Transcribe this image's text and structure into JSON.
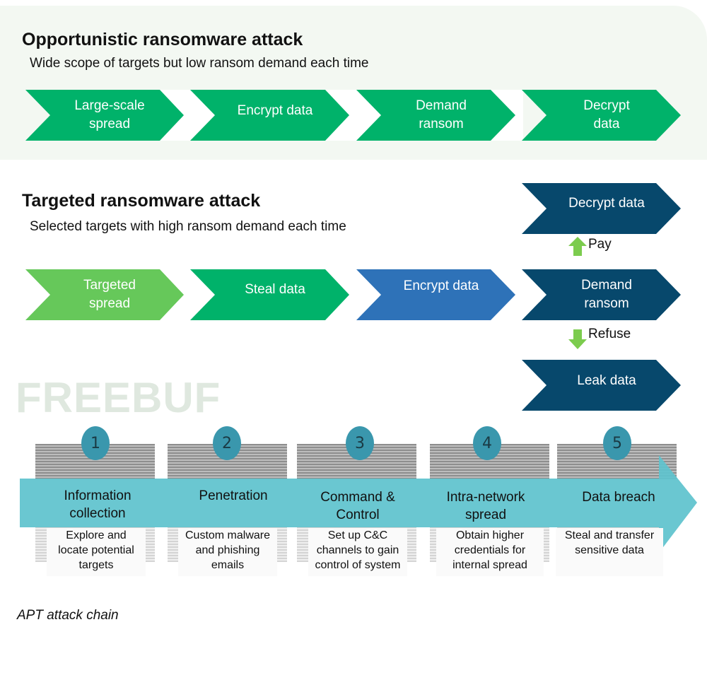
{
  "opportunistic": {
    "title": "Opportunistic ransomware attack",
    "subtitle": "Wide scope of targets but low ransom demand each time",
    "steps": [
      {
        "line1": "Large-scale",
        "line2": "spread"
      },
      {
        "line1": "Encrypt data",
        "line2": ""
      },
      {
        "line1": "Demand",
        "line2": "ransom"
      },
      {
        "line1": "Decrypt",
        "line2": "data"
      }
    ]
  },
  "targeted": {
    "title": "Targeted ransomware attack",
    "subtitle": "Selected targets with high ransom demand each time",
    "steps": [
      {
        "line1": "Targeted",
        "line2": "spread"
      },
      {
        "line1": "Steal data",
        "line2": ""
      },
      {
        "line1": "Encrypt data",
        "line2": ""
      },
      {
        "line1": "Demand",
        "line2": "ransom"
      }
    ],
    "outcomes": {
      "pay": {
        "label": "Pay",
        "result": "Decrypt data"
      },
      "refuse": {
        "label": "Refuse",
        "result": "Leak data"
      }
    }
  },
  "watermark": "FREEBUF",
  "apt": {
    "steps": [
      {
        "number": "1",
        "title1": "Information",
        "title2": "collection",
        "desc1": "Explore and",
        "desc2": "locate potential",
        "desc3": "targets"
      },
      {
        "number": "2",
        "title1": "Penetration",
        "title2": "",
        "desc1": "Custom malware",
        "desc2": "and phishing",
        "desc3": "emails"
      },
      {
        "number": "3",
        "title1": "Command &",
        "title2": "Control",
        "desc1": "Set up C&C",
        "desc2": "channels to gain",
        "desc3": "control of system"
      },
      {
        "number": "4",
        "title1": "Intra-network",
        "title2": "spread",
        "desc1": "Obtain higher",
        "desc2": "credentials for",
        "desc3": "internal spread"
      },
      {
        "number": "5",
        "title1": "Data breach",
        "title2": "",
        "desc1": "Steal and transfer",
        "desc2": "sensitive data",
        "desc3": ""
      }
    ],
    "caption": "APT attack chain"
  },
  "colors": {
    "green": "#00b26a",
    "light_green": "#66c85a",
    "blue": "#2e72b8",
    "navy": "#07486c",
    "teal_arrow": "#5fc3cd",
    "badge": "#3a97ad",
    "arrow_green": "#7ccc4e"
  }
}
